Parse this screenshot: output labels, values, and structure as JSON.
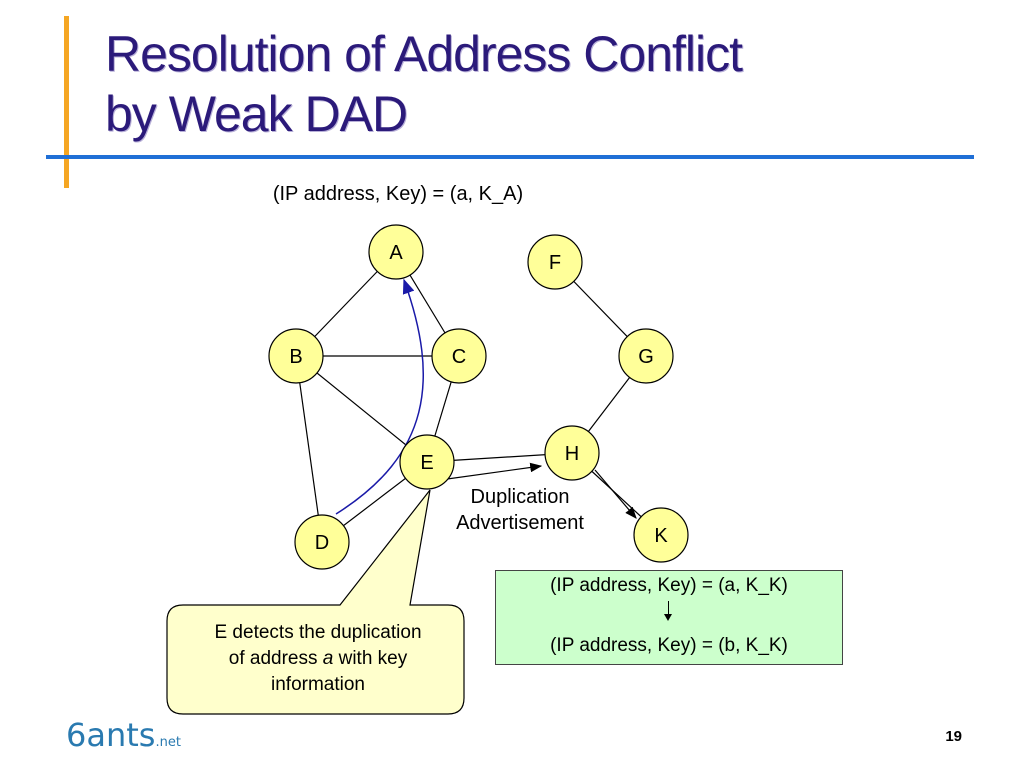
{
  "slide": {
    "title_line1": "Resolution of Address Conflict",
    "title_line2": "by Weak DAD",
    "page_number": "19"
  },
  "diagram": {
    "top_label": "(IP address, Key) = (a, K_A)",
    "nodes": [
      {
        "id": "A",
        "label": "A"
      },
      {
        "id": "B",
        "label": "B"
      },
      {
        "id": "C",
        "label": "C"
      },
      {
        "id": "D",
        "label": "D"
      },
      {
        "id": "E",
        "label": "E"
      },
      {
        "id": "F",
        "label": "F"
      },
      {
        "id": "G",
        "label": "G"
      },
      {
        "id": "H",
        "label": "H"
      },
      {
        "id": "K",
        "label": "K"
      }
    ],
    "edges": [
      [
        "A",
        "B"
      ],
      [
        "A",
        "C"
      ],
      [
        "B",
        "C"
      ],
      [
        "B",
        "D"
      ],
      [
        "B",
        "E"
      ],
      [
        "C",
        "E"
      ],
      [
        "D",
        "E"
      ],
      [
        "E",
        "H"
      ],
      [
        "F",
        "G"
      ],
      [
        "G",
        "H"
      ],
      [
        "H",
        "K"
      ]
    ],
    "dup_label_line1": "Duplication",
    "dup_label_line2": "Advertisement",
    "callout": {
      "line1": "E detects the duplication",
      "line2_pre": "of address ",
      "line2_italic": "a",
      "line2_post": " with key",
      "line3": "information"
    },
    "green_box": {
      "line1": "(IP address, Key) = (a, K_K)",
      "line2": "(IP address, Key) = (b, K_K)"
    },
    "colors": {
      "node_fill": "#ffff99",
      "curve_arrow": "#1a1aa8",
      "title": "#2b1a7a",
      "accent": "#f5a623",
      "rule": "#1f6fd6",
      "callout_fill": "#ffffcc",
      "box_fill": "#ccffcc"
    }
  },
  "logo": {
    "main": "6ants",
    "suffix": ".net"
  }
}
